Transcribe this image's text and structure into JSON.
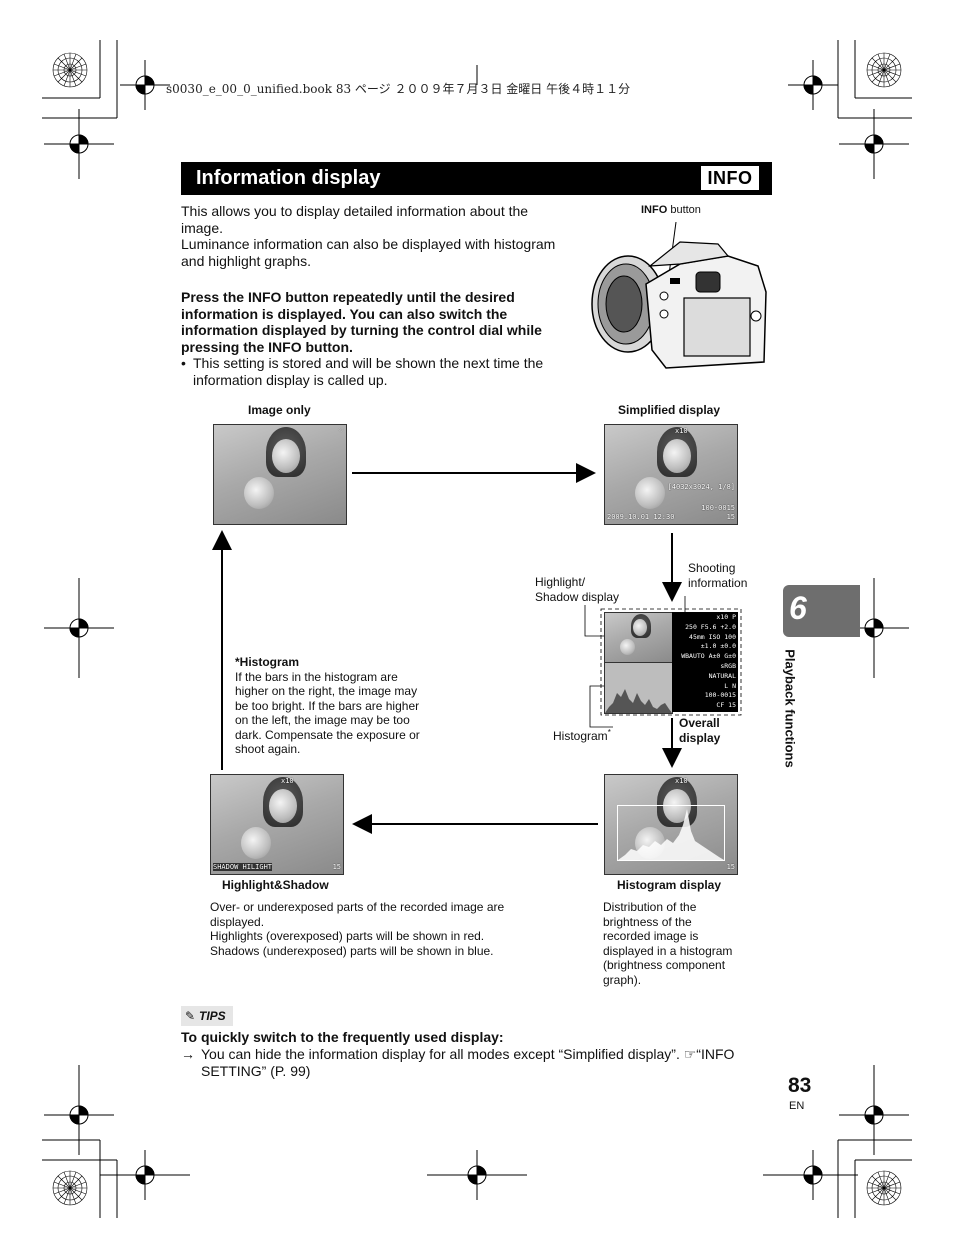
{
  "header": {
    "file_line": "s0030_e_00_0_unified.book  83 ページ  ２００９年７月３日  金曜日  午後４時１１分"
  },
  "title": {
    "text": "Information display",
    "badge": "INFO"
  },
  "intro": {
    "line1": "This allows you to display detailed information about the",
    "line2": "image.",
    "line3": "Luminance information can also be displayed with histogram",
    "line4": "and highlight graphs."
  },
  "camera": {
    "label_bold": "INFO",
    "label_rest": " button"
  },
  "instruction": {
    "l1a": "Press the ",
    "l1b": "INFO",
    "l1c": " button repeatedly until the desired",
    "l2": "information is displayed. You can also switch the",
    "l3": "information displayed by turning the control dial while",
    "l4a": "pressing the ",
    "l4b": "INFO",
    "l4c": " button."
  },
  "bullet": {
    "mark": "•",
    "line1": "This setting is stored and will be shown the next time the",
    "line2": "information display is called up."
  },
  "displays": {
    "image_only": "Image only",
    "simplified": "Simplified display",
    "highlight_shadow_label": "Highlight/",
    "highlight_shadow_label2": "Shadow display",
    "shooting_info": "Shooting",
    "shooting_info2": "information",
    "histogram_label": "Histogram",
    "overall": "Overall",
    "overall2": "display",
    "highlight_shadow": "Highlight&Shadow",
    "histogram_display": "Histogram display"
  },
  "thumb_text": {
    "simplified_size": "[4032x3024, 1/8]",
    "simplified_file": "100-0015",
    "simplified_date": "2009.10.01  12:30",
    "count": "15",
    "cf": "CF",
    "x10": "x10",
    "shadow_hilight": "SHADOW  HILIGHT",
    "overall_rows": [
      "x10     P",
      "250  F5.6  +2.0",
      "45mm  ISO  100",
      "±1.0   ±0.0",
      "WBAUTO A±0 G±0",
      "sRGB",
      "NATURAL",
      "L N",
      "100-0015",
      "CF   15"
    ]
  },
  "histogram_note": {
    "title": "*Histogram",
    "l1": "If the bars in the histogram are",
    "l2": "higher on the right, the image may",
    "l3": "be too bright. If the bars are higher",
    "l4": "on the left, the image may be too",
    "l5": "dark. Compensate the exposure or",
    "l6": "shoot again."
  },
  "hs_desc": {
    "l1": "Over- or underexposed parts of the recorded image are",
    "l2": "displayed.",
    "l3": "Highlights (overexposed) parts will be shown in red.",
    "l4": "Shadows (underexposed) parts will be shown in blue."
  },
  "hist_desc": {
    "l1": "Distribution of the",
    "l2": "brightness of the",
    "l3": "recorded image is",
    "l4": "displayed in a histogram",
    "l5": "(brightness component",
    "l6": "graph)."
  },
  "tips": {
    "label": "TIPS",
    "heading": "To quickly switch to the frequently used display:",
    "arrow": "→",
    "l1": "You can hide the information display for all modes except “Simplified display”.  ☞“INFO",
    "l2": "SETTING” (P. 99)"
  },
  "side": {
    "chapter": "6",
    "section": "Playback functions"
  },
  "page": {
    "number": "83",
    "lang": "EN"
  }
}
